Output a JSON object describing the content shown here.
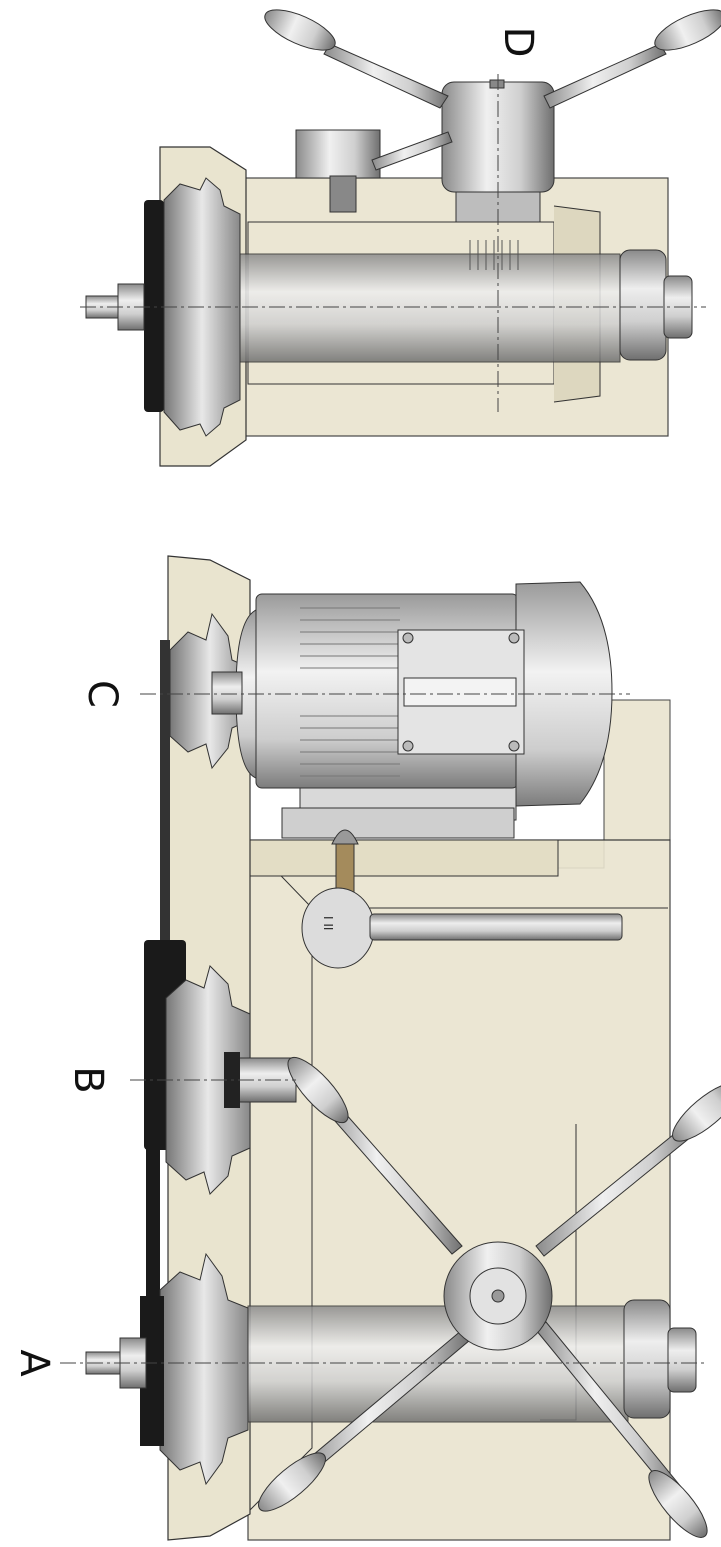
{
  "diagram": {
    "labels": {
      "a": "A",
      "b": "B",
      "c": "C",
      "d": "D"
    },
    "colors": {
      "housing": "#e9e4cf",
      "housing_dark": "#d7d1b8",
      "metal_light": "#e6e6e6",
      "metal_mid": "#b9b9b9",
      "metal_dark": "#7a7a7a",
      "belt": "#1a1a1a",
      "outline": "#333333",
      "centerline": "#444444"
    }
  }
}
